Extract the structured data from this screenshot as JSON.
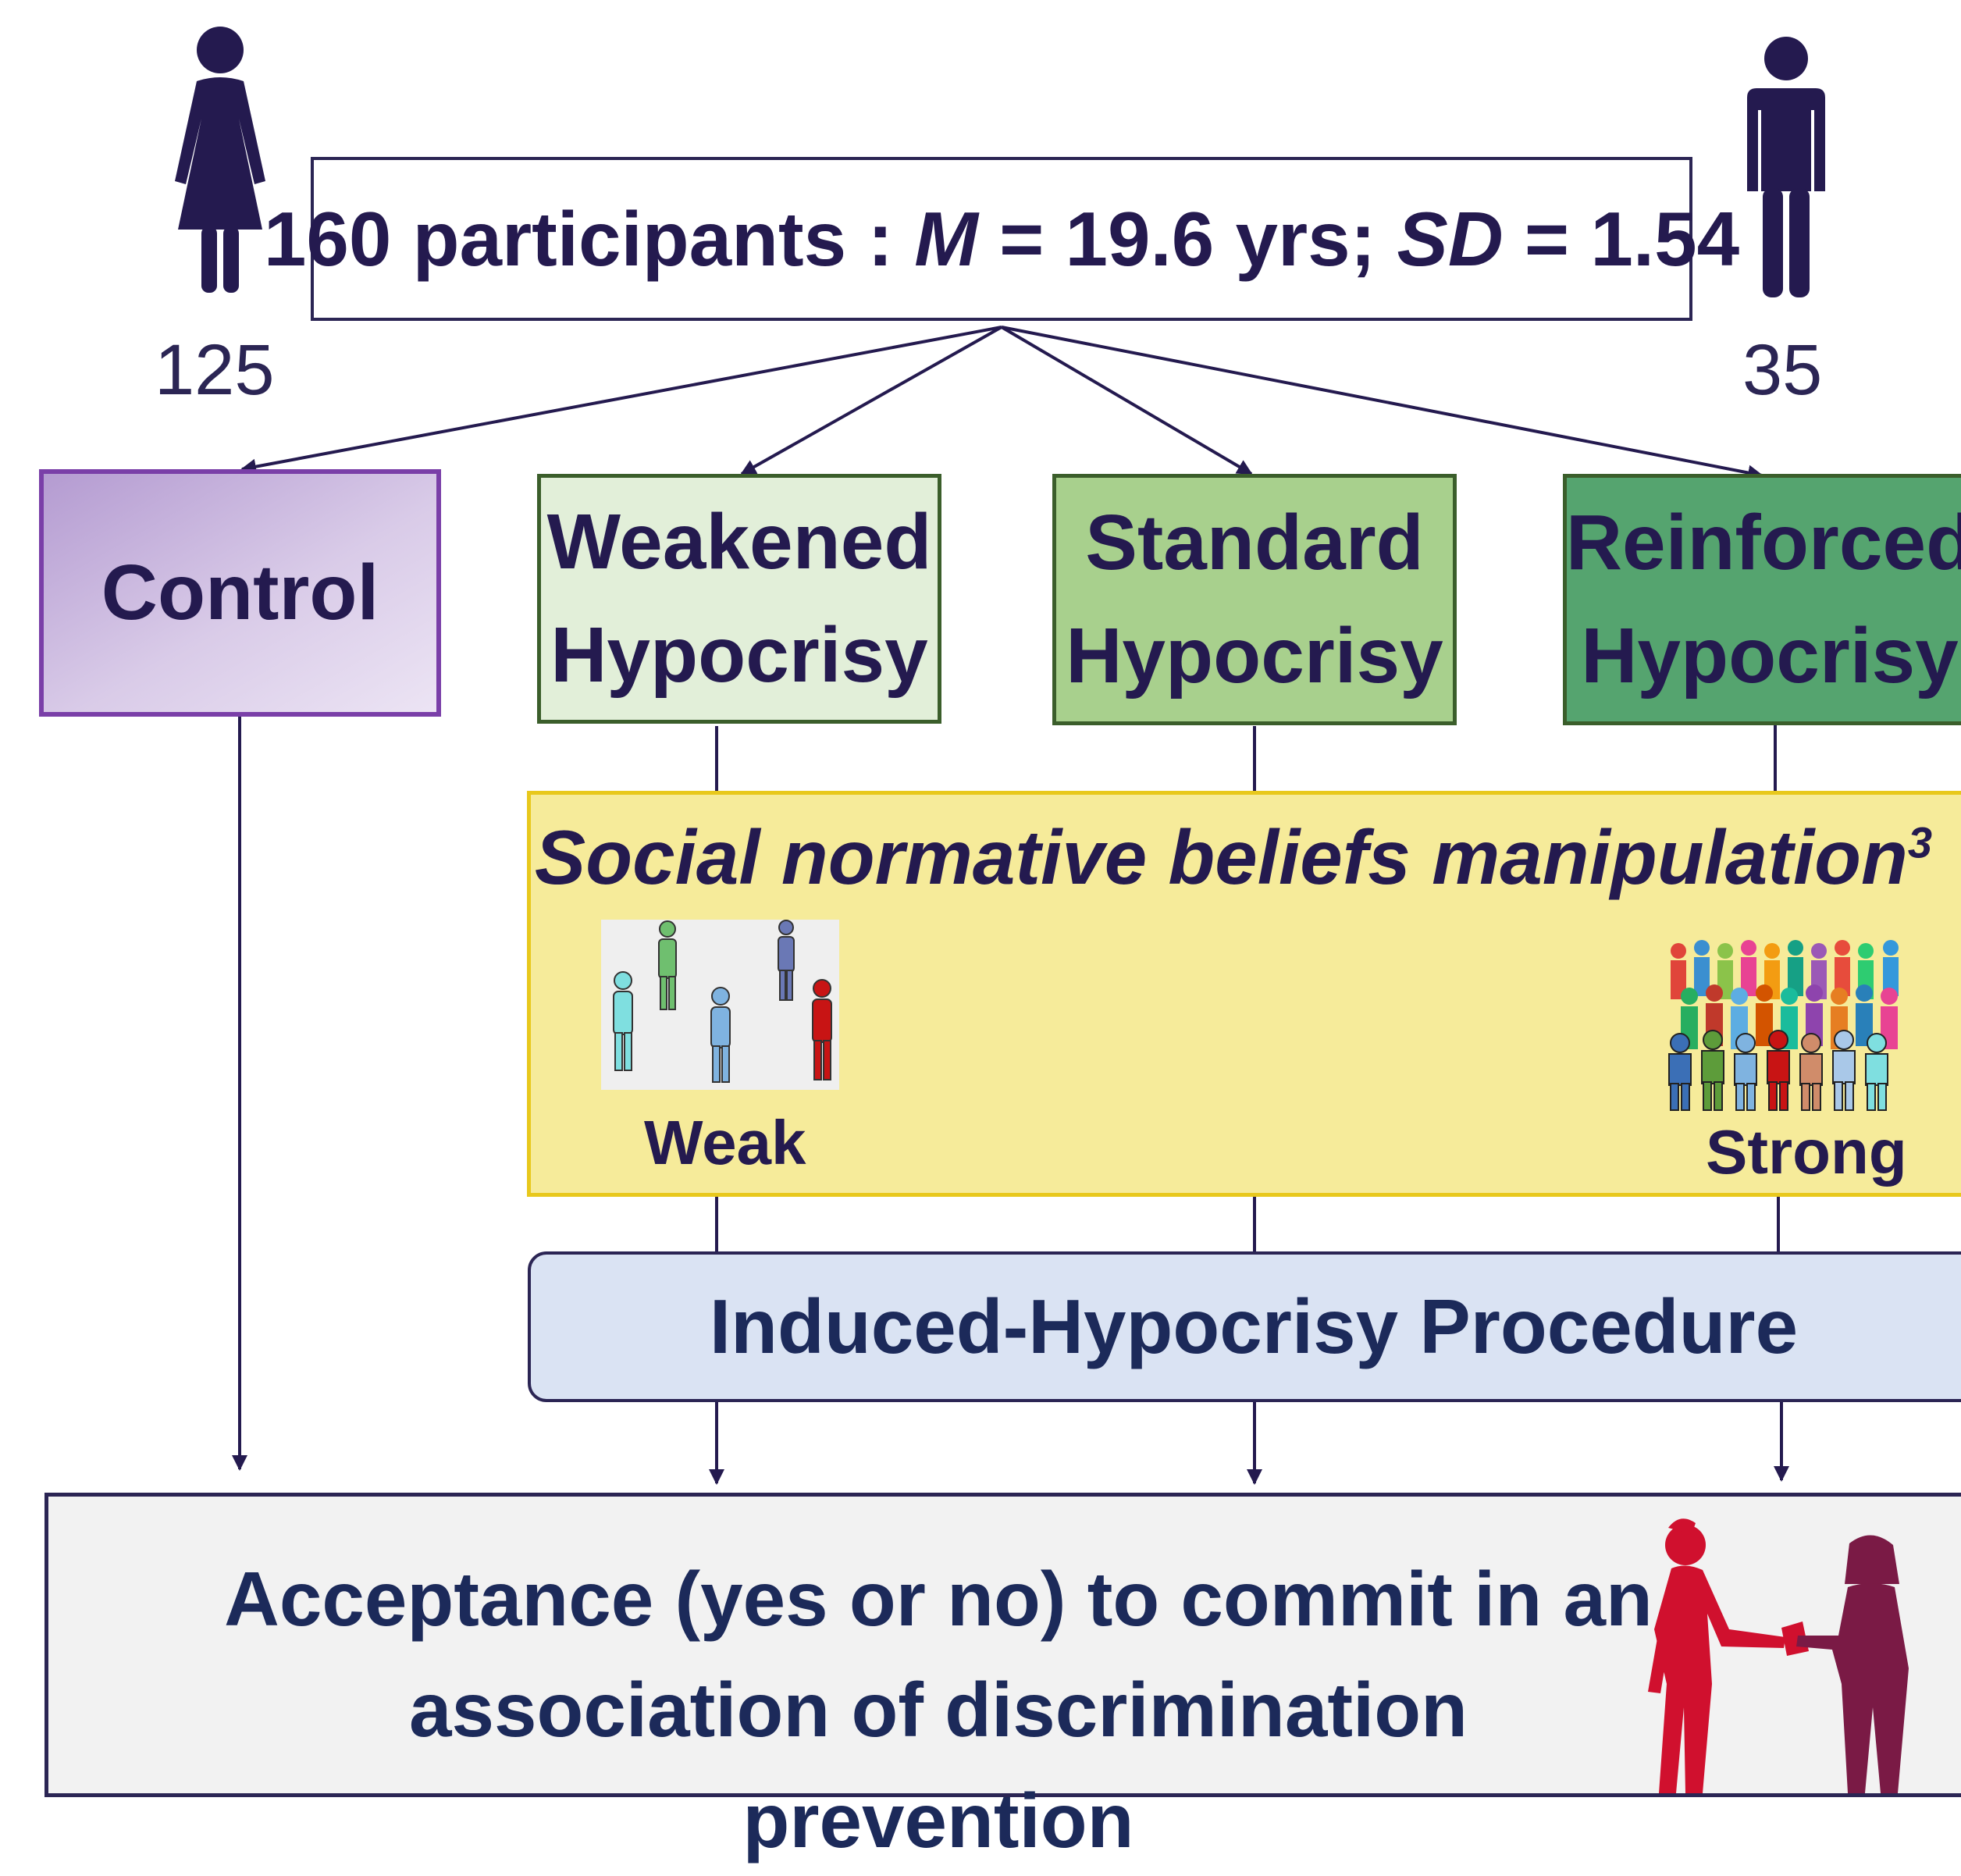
{
  "participants": {
    "count_label": "160 participants : ",
    "mean_symbol": "M",
    "mean_value": " = 19.6 yrs; ",
    "sd_symbol": "SD",
    "sd_value": " = 1.54"
  },
  "female_count": "125",
  "male_count": "35",
  "groups": {
    "control": "Control",
    "weakened": [
      "Weakened",
      "Hypocrisy"
    ],
    "standard": [
      "Standard",
      "Hypocrisy"
    ],
    "reinforced": [
      "Reinforced",
      "Hypocrisy"
    ]
  },
  "norms": {
    "title": "Social normative beliefs manipulation",
    "title_sup": "3",
    "weak_label": "Weak",
    "strong_label": "Strong"
  },
  "procedure": "Induced-Hypocrisy Procedure",
  "outcome": {
    "line1": "Acceptance (yes or no) to commit in an",
    "line2": "association of discrimination prevention"
  },
  "colors": {
    "ink": "#241a4f",
    "control_border": "#7a3fa8",
    "weakened_fill": "#e2efd9",
    "standard_fill": "#a8d08d",
    "reinforced_fill": "#55a46f",
    "norms_fill": "#f6eb9a",
    "procedure_fill": "#dae3f3",
    "outcome_fill": "#f2f2f2"
  },
  "icons": [
    "female-person-icon",
    "male-person-icon",
    "small-group-icon",
    "crowd-icon",
    "handing-flyer-icon"
  ]
}
